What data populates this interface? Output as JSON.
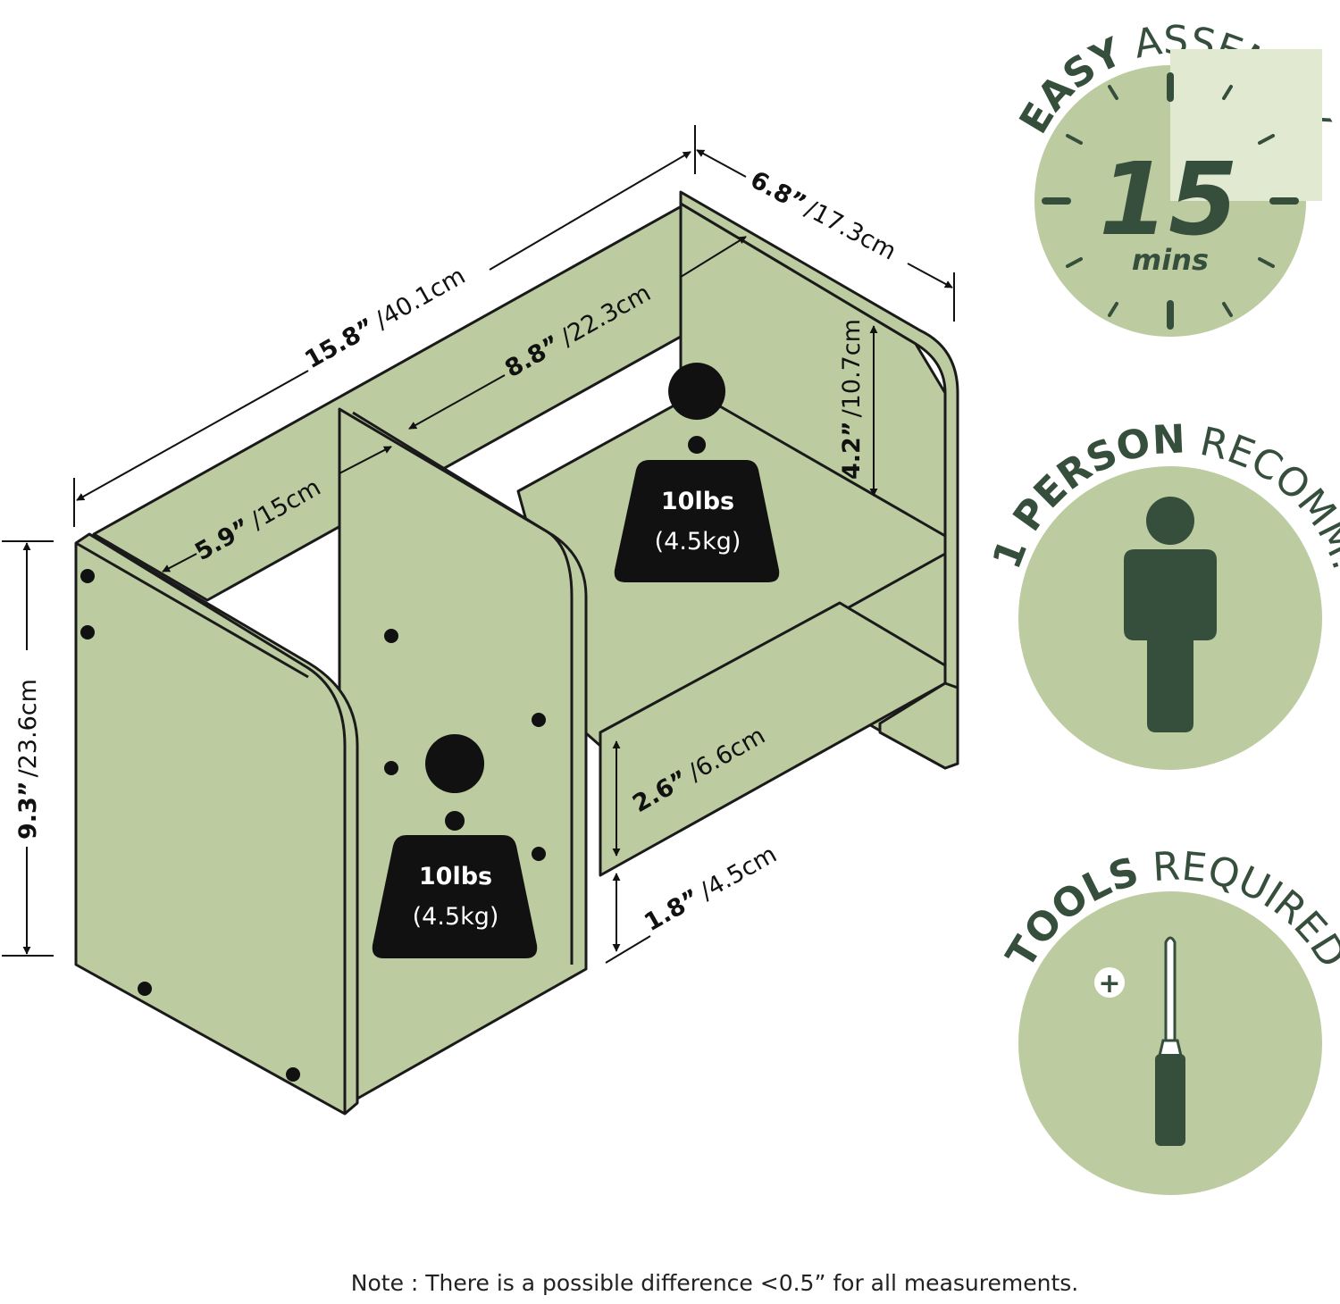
{
  "dimensions": {
    "width": {
      "imperial": "15.8”",
      "metric": "/40.1cm"
    },
    "depth": {
      "imperial": "6.8”",
      "metric": "/17.3cm"
    },
    "inner_width": {
      "imperial": "8.8”",
      "metric": "/22.3cm"
    },
    "inner_left": {
      "imperial": "5.9”",
      "metric": "/15cm"
    },
    "upper_height": {
      "imperial": "4.2”",
      "metric": "/10.7cm"
    },
    "total_height": {
      "imperial": "9.3”",
      "metric": "/23.6cm"
    },
    "lower_height": {
      "imperial": "2.6”",
      "metric": "/6.6cm"
    },
    "base_height": {
      "imperial": "1.8”",
      "metric": "/4.5cm"
    }
  },
  "weights": {
    "upper": {
      "imperial": "10lbs",
      "metric": "(4.5kg)"
    },
    "lower": {
      "imperial": "10lbs",
      "metric": "(4.5kg)"
    }
  },
  "badges": {
    "assembly": {
      "bold": "EASY",
      "light": " ASSEMBLY",
      "number": "15",
      "unit": "mins"
    },
    "person": {
      "bold": "1 PERSON",
      "light": " RECOMM."
    },
    "tools": {
      "bold": "TOOLS",
      "light": " REQUIRED",
      "plus": "+"
    }
  },
  "icons": [
    "clock-icon",
    "person-icon",
    "screwdriver-icon",
    "weight-icon"
  ],
  "colors": {
    "panel": "#bccba0",
    "badge_circle": "#bccba0",
    "badge_highlight": "#e2e9d1",
    "badge_dark": "#354f3c",
    "weight": "#111111"
  },
  "note": "Note : There is a possible difference <0.5” for all measurements."
}
